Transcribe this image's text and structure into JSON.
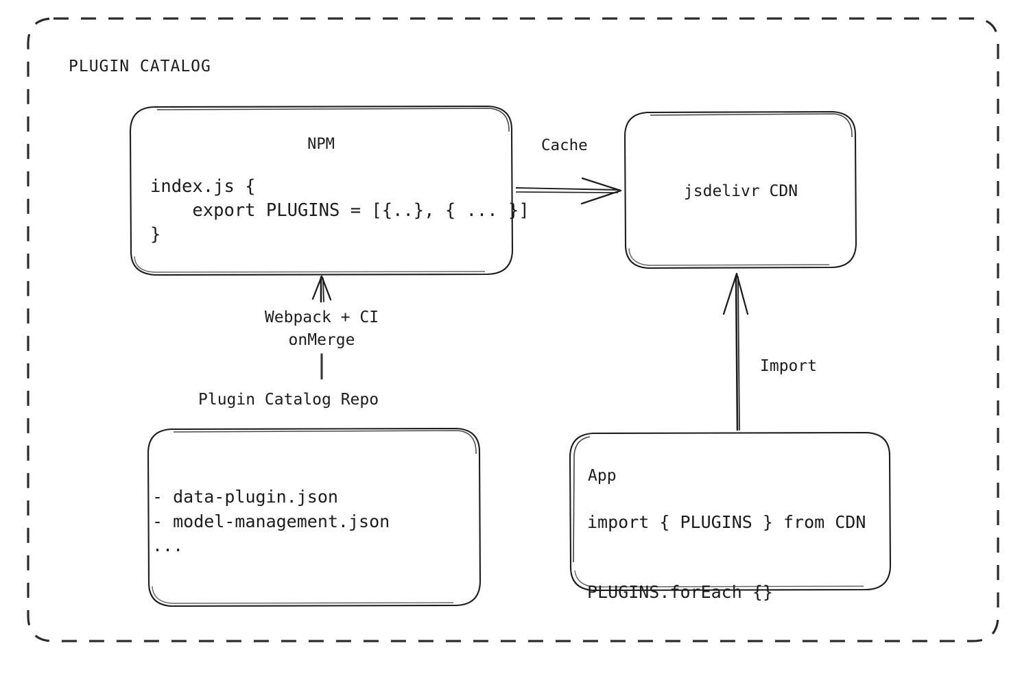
{
  "diagram": {
    "frame_title": "PLUGIN CATALOG",
    "background": "#ffffff",
    "stroke_color": "#1c1c1c",
    "nodes": {
      "npm": {
        "title": "NPM",
        "code": "index.js {\n    export PLUGINS = [{..}, { ... }]\n}"
      },
      "cdn": {
        "title": "jsdelivr CDN"
      },
      "repo": {
        "label": "Plugin Catalog Repo",
        "code": "- data-plugin.json\n- model-management.json\n..."
      },
      "app": {
        "title": "App",
        "code": "import { PLUGINS } from CDN\n\nPLUGINS.forEach {}"
      }
    },
    "edges": {
      "cache": "Cache",
      "webpack": "Webpack + CI\nonMerge",
      "import": "Import"
    }
  }
}
